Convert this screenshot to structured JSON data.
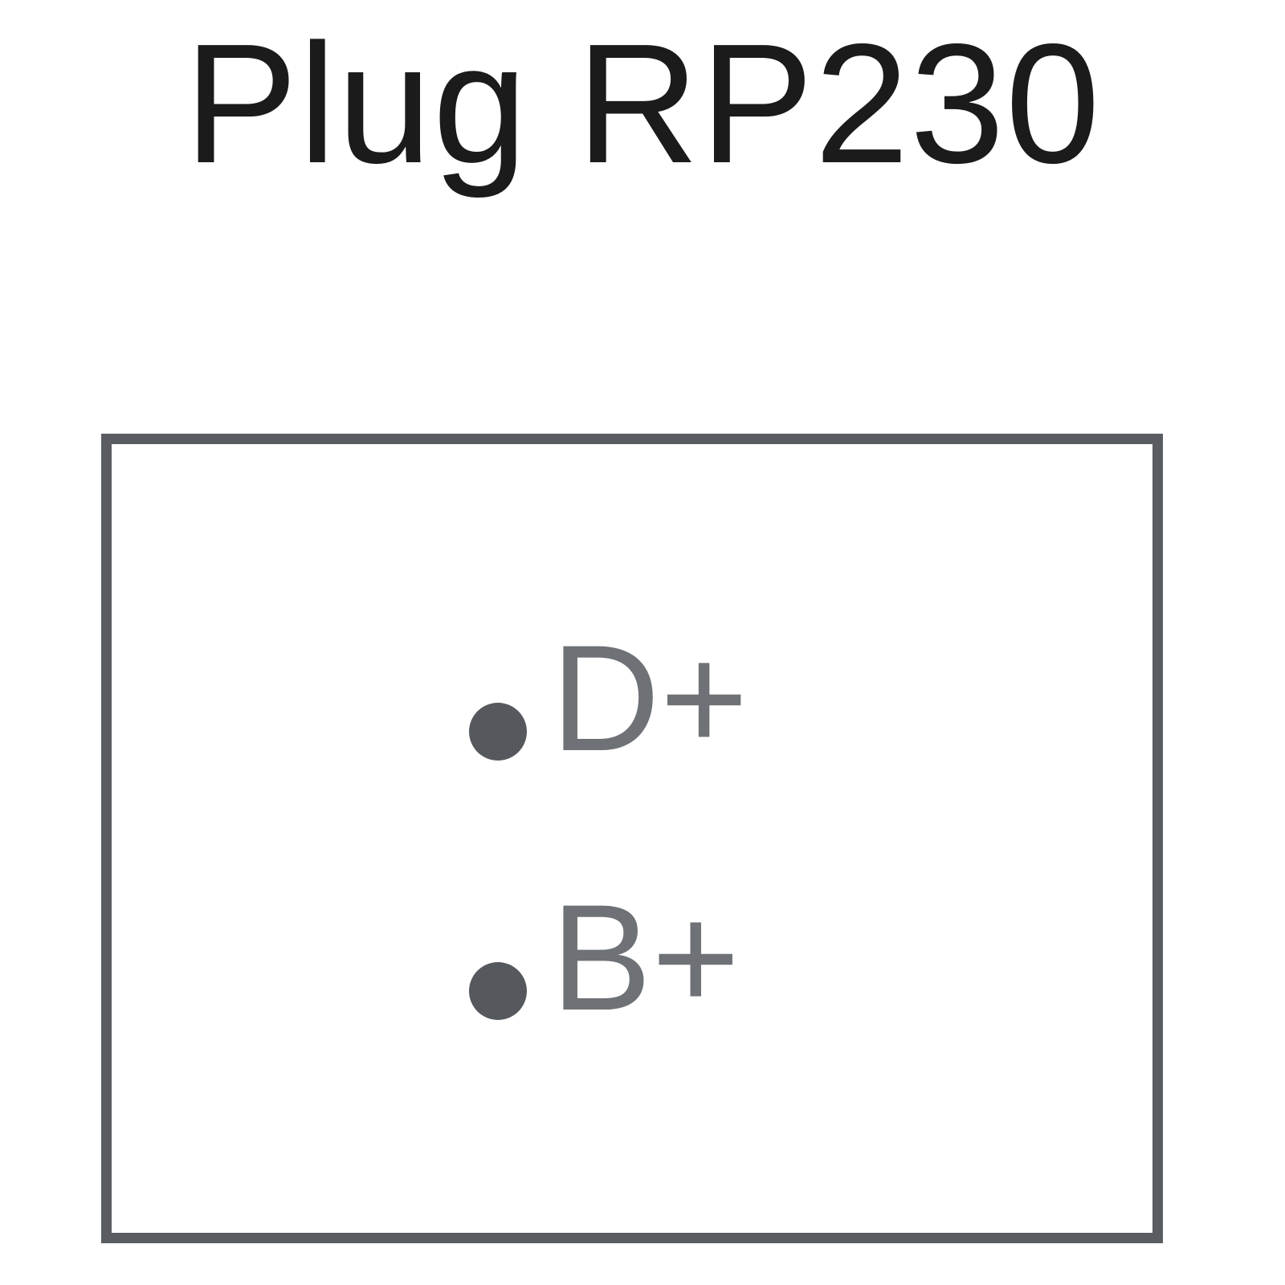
{
  "title": "Plug RP230",
  "plug": {
    "pins": [
      {
        "label": "D+"
      },
      {
        "label": "B+"
      }
    ]
  },
  "colors": {
    "title_text": "#1b1b1b",
    "box_border": "#595d61",
    "pin_dot": "#55585c",
    "pin_label": "#6e7276",
    "background": "#ffffff"
  }
}
